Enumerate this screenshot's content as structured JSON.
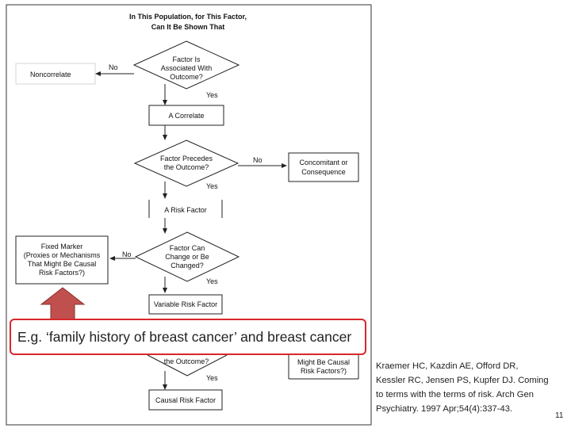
{
  "flowchart": {
    "title_line1": "In This Population, for This Factor,",
    "title_line2": "Can It Be Shown That",
    "decision1": [
      "Factor Is",
      "Associated With",
      "Outcome?"
    ],
    "noncorrelate": "Noncorrelate",
    "correlate": "A Correlate",
    "decision2": [
      "Factor Precedes",
      "the Outcome?"
    ],
    "concomitant": [
      "Concomitant or",
      "Consequence"
    ],
    "risk_factor": "A Risk Factor",
    "decision3": [
      "Factor Can",
      "Change or Be",
      "Changed?"
    ],
    "fixed_marker": [
      "Fixed Marker",
      "(Proxies or Mechanisms",
      "That Might Be Causal",
      "Risk Factors?)"
    ],
    "variable_risk_factor": "Variable Risk Factor",
    "decision4_tail": "the Outcome?",
    "partial_box": [
      "Might Be Causal",
      "Risk Factors?)"
    ],
    "causal_risk_factor": "Causal Risk Factor",
    "yes_label": "Yes",
    "no_label": "No"
  },
  "callout": {
    "text": "E.g. ‘family history of breast cancer’ and breast cancer"
  },
  "citation": {
    "lines": [
      "Kraemer HC, Kazdin AE, Offord DR,",
      "Kessler RC, Jensen PS, Kupfer DJ. Coming",
      "to terms with the terms of risk. Arch Gen",
      "Psychiatry. 1997 Apr;54(4):337-43."
    ]
  },
  "page_number": "11",
  "colors": {
    "callout_border": "#d9262c",
    "arrow_fill": "#c0504d"
  }
}
